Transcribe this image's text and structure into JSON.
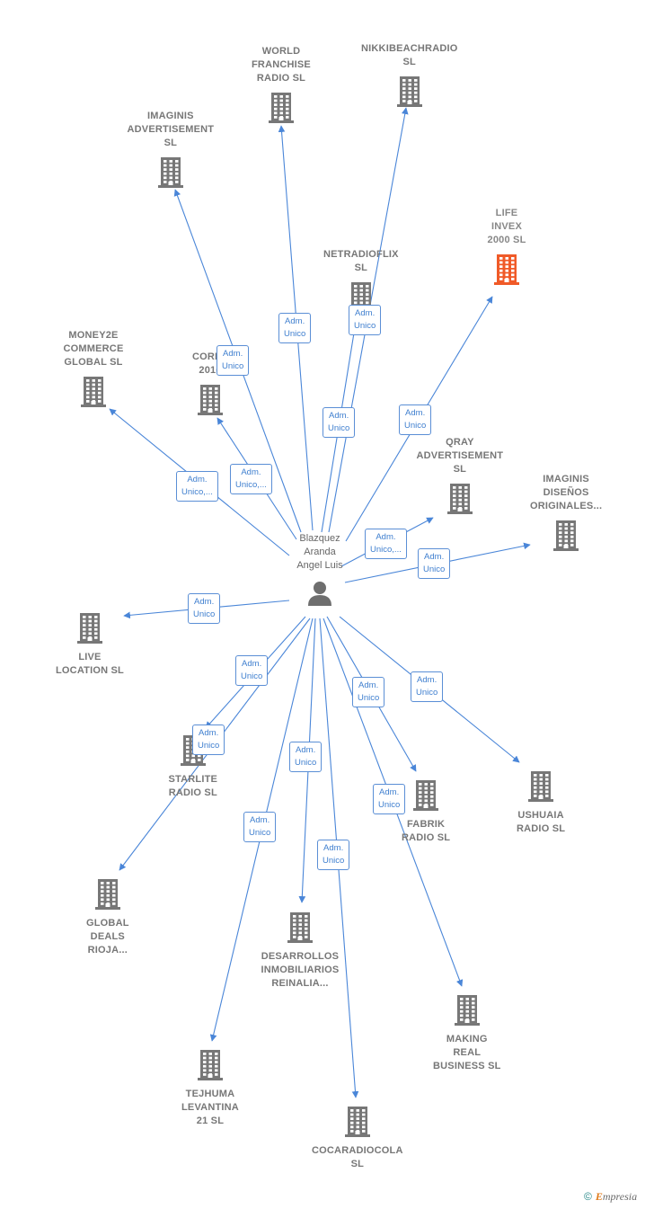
{
  "colors": {
    "edge": "#4a86d8",
    "building": "#777777",
    "building_highlight": "#f05a28",
    "tag_text": "#3f7fcf"
  },
  "center": {
    "name": "Blazquez\nAranda\nAngel Luis",
    "icon": "person-icon"
  },
  "companies": [
    {
      "id": "world-franchise-radio",
      "label": "WORLD\nFRANCHISE\nRADIO SL"
    },
    {
      "id": "nikkibeachradio",
      "label": "NIKKIBEACHRADIO\nSL"
    },
    {
      "id": "imaginis-advertisement",
      "label": "IMAGINIS\nADVERTISEMENT\nSL"
    },
    {
      "id": "life-invex-2000",
      "label": "LIFE\nINVEX\n2000 SL",
      "highlight": true
    },
    {
      "id": "netradioflix",
      "label": "NETRADIOFLIX\nSL"
    },
    {
      "id": "money2e-commerce-global",
      "label": "MONEY2E\nCOMMERCE\nGLOBAL SL"
    },
    {
      "id": "corkl-2016",
      "label": "CORKL\n2016"
    },
    {
      "id": "qray-advertisement",
      "label": "QRAY\nADVERTISEMENT\nSL"
    },
    {
      "id": "imaginis-disenos",
      "label": "IMAGINIS\nDISEÑOS\nORIGINALES..."
    },
    {
      "id": "live-location",
      "label": "LIVE\nLOCATION SL"
    },
    {
      "id": "starlite-radio",
      "label": "STARLITE\nRADIO SL"
    },
    {
      "id": "fabrik-radio",
      "label": "FABRIK\nRADIO SL"
    },
    {
      "id": "ushuaia-radio",
      "label": "USHUAIA\nRADIO SL"
    },
    {
      "id": "global-deals-rioja",
      "label": "GLOBAL\nDEALS\nRIOJA..."
    },
    {
      "id": "desarrollos-inmobiliarios",
      "label": "DESARROLLOS\nINMOBILIARIOS\nREINALIA..."
    },
    {
      "id": "making-real-business",
      "label": "MAKING\nREAL\nBUSINESS SL"
    },
    {
      "id": "tejhuma-levantina-21",
      "label": "TEJHUMA\nLEVANTINA\n21 SL"
    },
    {
      "id": "cocaradiocola",
      "label": "COCARADIOCOLA\nSL"
    }
  ],
  "relations": [
    {
      "target": "world-franchise-radio",
      "label": "Adm.\nUnico"
    },
    {
      "target": "nikkibeachradio",
      "label": "Adm.\nUnico"
    },
    {
      "target": "imaginis-advertisement",
      "label": "Adm.\nUnico"
    },
    {
      "target": "life-invex-2000",
      "label": "Adm.\nUnico"
    },
    {
      "target": "netradioflix",
      "label": "Adm.\nUnico"
    },
    {
      "target": "money2e-commerce-global",
      "label": "Adm.\nUnico,..."
    },
    {
      "target": "corkl-2016",
      "label": "Adm.\nUnico,..."
    },
    {
      "target": "qray-advertisement",
      "label": "Adm.\nUnico,..."
    },
    {
      "target": "imaginis-disenos",
      "label": "Adm.\nUnico"
    },
    {
      "target": "live-location",
      "label": "Adm.\nUnico"
    },
    {
      "target": "starlite-radio",
      "label": "Adm.\nUnico"
    },
    {
      "target": "global-deals-rioja",
      "label": "Adm.\nUnico"
    },
    {
      "target": "desarrollos-inmobiliarios",
      "label": "Adm.\nUnico"
    },
    {
      "target": "fabrik-radio",
      "label": "Adm.\nUnico"
    },
    {
      "target": "ushuaia-radio",
      "label": "Adm.\nUnico"
    },
    {
      "target": "making-real-business",
      "label": "Adm.\nUnico"
    },
    {
      "target": "tejhuma-levantina-21",
      "label": "Adm.\nUnico"
    },
    {
      "target": "cocaradiocola",
      "label": "Adm.\nUnico"
    }
  ],
  "footer": {
    "copyright_symbol": "©",
    "brand_initial": "E",
    "brand_rest": "mpresia"
  }
}
